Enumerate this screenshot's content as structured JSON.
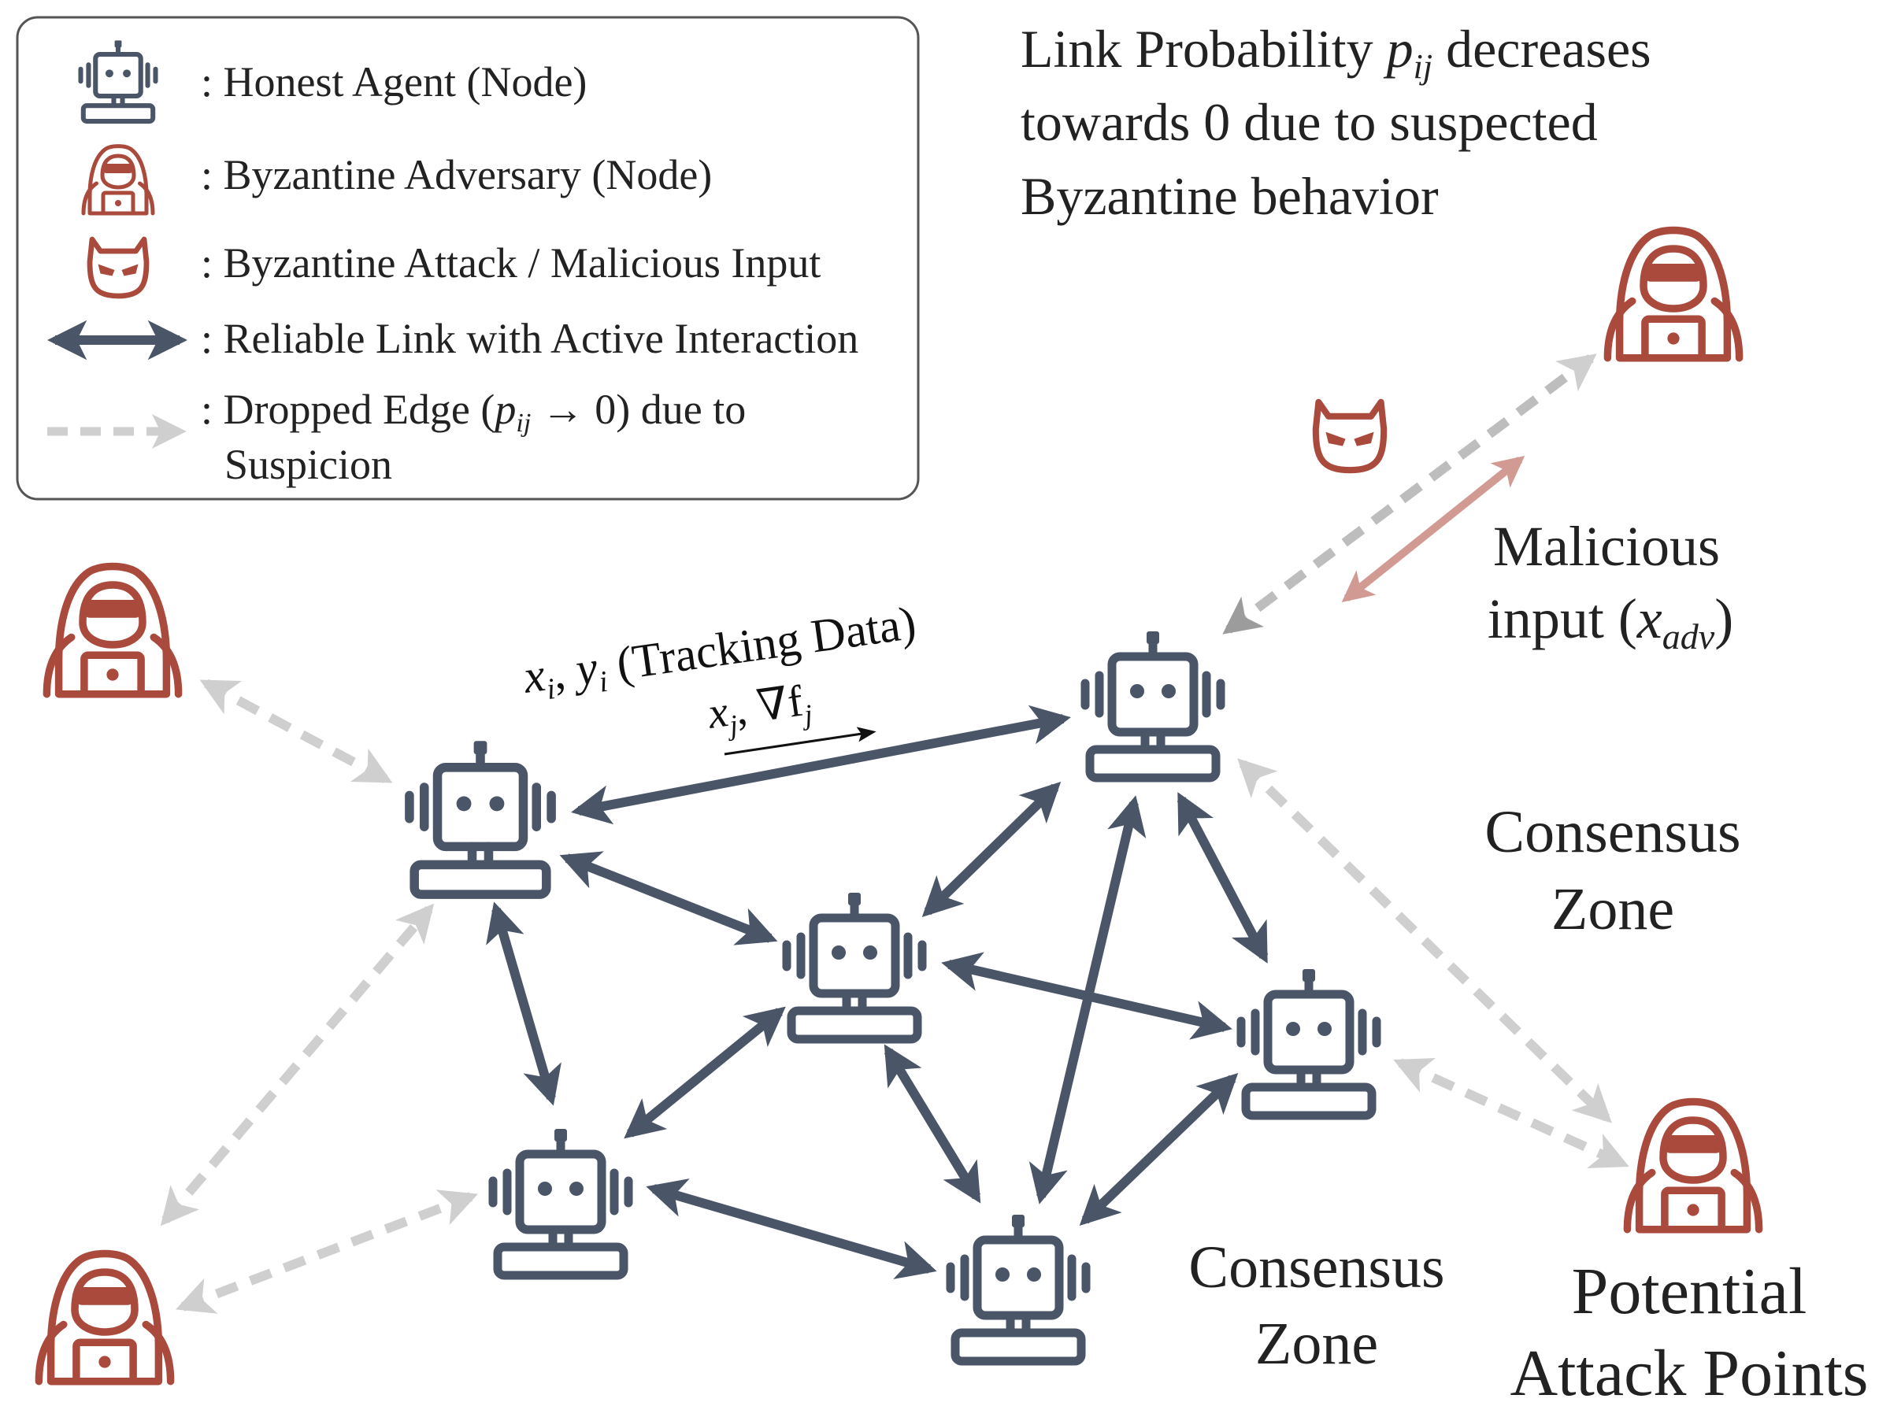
{
  "legend": {
    "honest_agent": ": Honest Agent (Node)",
    "byzantine_adversary": ": Byzantine Adversary (Node)",
    "byzantine_attack": ": Byzantine Attack / Malicious Input",
    "reliable_link": ": Reliable Link with Active Interaction",
    "dropped_edge_line1_pre": ": Dropped Edge (",
    "dropped_edge_math": "p",
    "dropped_edge_sub": "ij",
    "dropped_edge_line1_post": " → 0) due to",
    "dropped_edge_line2": "Suspicion"
  },
  "note": {
    "line1_pre": "Link Probability ",
    "line1_math": "p",
    "line1_sub": "ij",
    "line1_post": " decreases",
    "line2": "towards 0 due to suspected",
    "line3": "Byzantine behavior"
  },
  "labels": {
    "tracking_math": "x",
    "tracking_sub_i": "i",
    "tracking_comma": ", ",
    "tracking_y": "y",
    "tracking_sub_i2": "i",
    "tracking_text": " (Tracking Data)",
    "grad_x": "x",
    "grad_sub_j": "j",
    "grad_rest": ", ∇f",
    "grad_sub_j2": "j",
    "malicious_line1": "Malicious",
    "malicious_line2_pre": "input (",
    "malicious_math": "x",
    "malicious_sub": "adv",
    "malicious_line2_post": ")",
    "consensus_right_1": "Consensus",
    "consensus_right_2": "Zone",
    "consensus_bottom_1": "Consensus",
    "consensus_bottom_2": "Zone",
    "attack_points_1": "Potential",
    "attack_points_2": "Attack Points"
  },
  "colors": {
    "honest": "#4a5568",
    "adversary": "#a94a3c",
    "reliable_link": "#4a5568",
    "dropped_edge": "#cfcfcf",
    "malicious_link": "#c98a82"
  },
  "icons": {
    "honest": "robot-icon",
    "adversary": "hooded-hacker-icon",
    "attack": "devil-mask-icon"
  }
}
